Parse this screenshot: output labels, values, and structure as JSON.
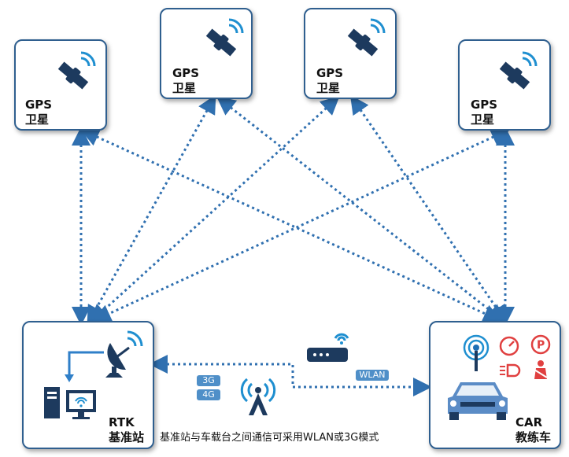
{
  "satellites": [
    {
      "line1": "GPS",
      "line2": "卫星"
    },
    {
      "line1": "GPS",
      "line2": "卫星"
    },
    {
      "line1": "GPS",
      "line2": "卫星"
    },
    {
      "line1": "GPS",
      "line2": "卫星"
    }
  ],
  "base_station": {
    "line1": "RTK",
    "line2": "基准站"
  },
  "car": {
    "line1": "CAR",
    "line2": "教练车"
  },
  "link": {
    "wlan": "WLAN",
    "net_3g": "3G",
    "net_4g": "4G"
  },
  "caption": "基准站与车载台之间通信可采用WLAN或3G模式",
  "colors": {
    "border": "#2f5f8f",
    "accent": "#1f6fb5",
    "link": "#3070b0",
    "alert": "#e04040"
  }
}
